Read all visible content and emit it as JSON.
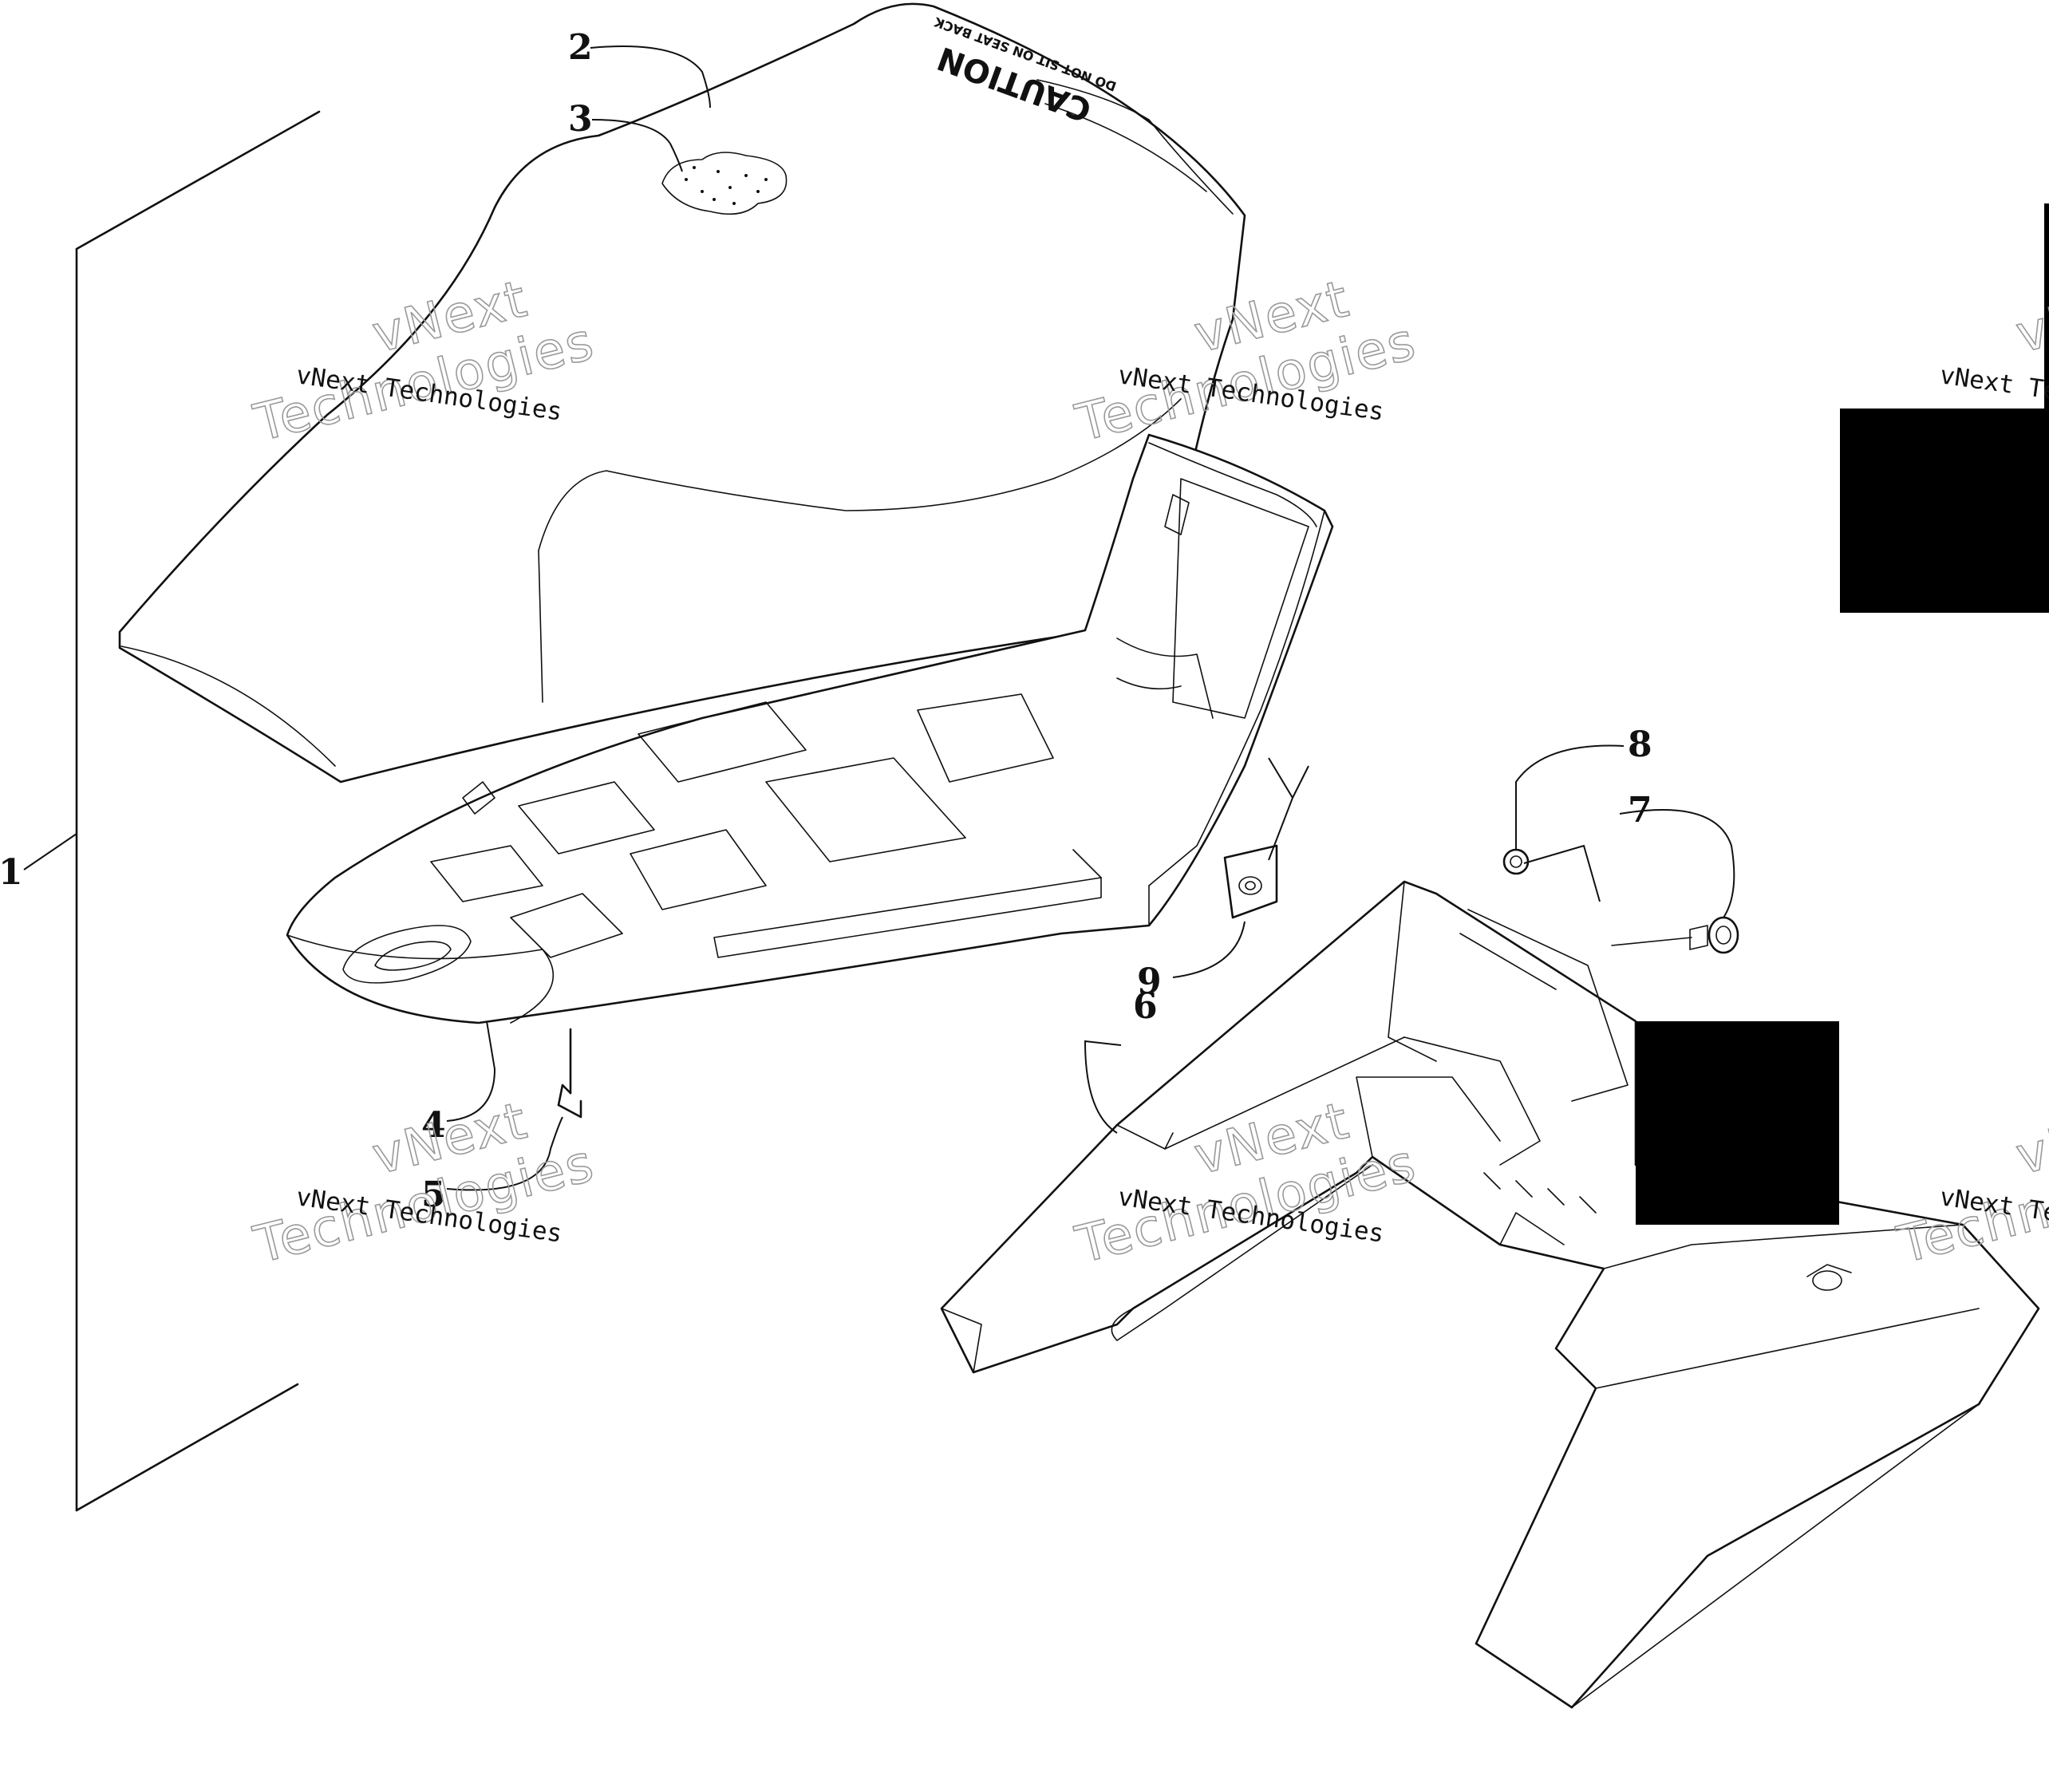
{
  "callouts": [
    {
      "id": "1",
      "label": "1"
    },
    {
      "id": "2",
      "label": "2"
    },
    {
      "id": "3",
      "label": "3"
    },
    {
      "id": "4",
      "label": "4"
    },
    {
      "id": "5",
      "label": "5"
    },
    {
      "id": "6",
      "label": "6"
    },
    {
      "id": "7",
      "label": "7"
    },
    {
      "id": "8",
      "label": "8"
    },
    {
      "id": "9",
      "label": "9"
    }
  ],
  "watermark": {
    "small": "vNext Technologies",
    "big_line1": "vNext",
    "big_line2": "Technologies"
  },
  "seat_decal": {
    "title": "CAUTION",
    "subtitle": "DO NOT SIT ON SEAT BACK"
  }
}
